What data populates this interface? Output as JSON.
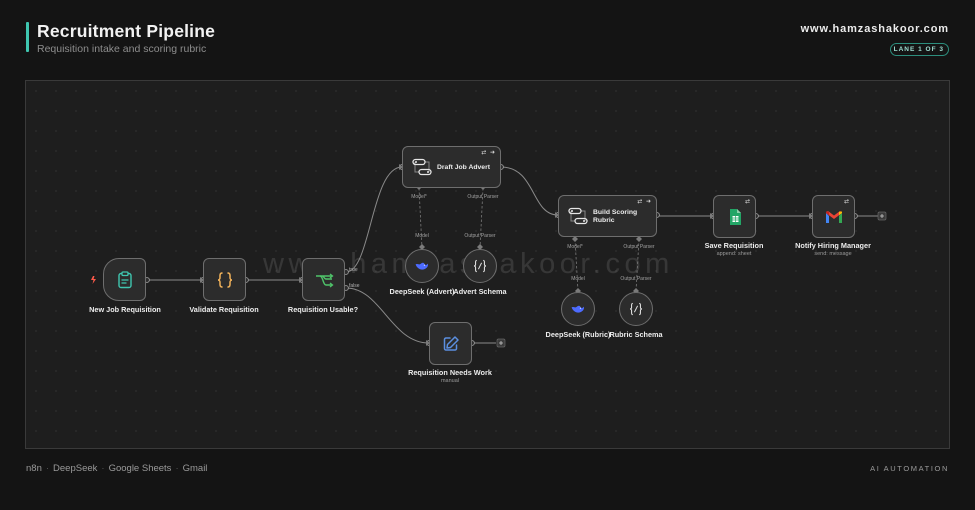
{
  "header": {
    "title": "Recruitment Pipeline",
    "subtitle": "Requisition intake and scoring rubric",
    "website": "www.hamzashakoor.com",
    "lane_badge": "LANE 1 OF 3",
    "accent_color": "#3fc6b0"
  },
  "canvas": {
    "watermark": "www.hamzashakoor.com",
    "nodes": {
      "trigger": {
        "label": "New Job Requisition",
        "icon": "clipboard-icon",
        "icon_color": "#3fc6b0"
      },
      "validate": {
        "label": "Validate Requisition",
        "icon": "curly-braces-icon",
        "icon_color": "#f1b25a"
      },
      "if": {
        "label": "Requisition Usable?",
        "icon": "branch-icon",
        "icon_color": "#4fc36a",
        "output_true": "true",
        "output_false": "false"
      },
      "draft_agent": {
        "label": "Draft Job Advert",
        "icon": "agent-icon",
        "port_model": "Model*",
        "port_parser": "Output Parser"
      },
      "deepseek_advert": {
        "label": "DeepSeek (Advert)",
        "port": "Model",
        "icon": "deepseek-whale-icon"
      },
      "advert_schema": {
        "label": "Advert Schema",
        "port": "Output Parser",
        "icon": "json-braces-icon"
      },
      "needs_work": {
        "label": "Requisition Needs Work",
        "sub": "manual",
        "icon": "edit-icon",
        "icon_color": "#5b8fe0"
      },
      "rubric_agent": {
        "label": "Build Scoring Rubric",
        "icon": "agent-icon",
        "port_model": "Model*",
        "port_parser": "Output Parser"
      },
      "deepseek_rubric": {
        "label": "DeepSeek (Rubric)",
        "port": "Model",
        "icon": "deepseek-whale-icon"
      },
      "rubric_schema": {
        "label": "Rubric Schema",
        "port": "Output Parser",
        "icon": "json-braces-icon"
      },
      "save": {
        "label": "Save Requisition",
        "sub": "append: sheet",
        "icon": "google-sheets-icon",
        "icon_color": "#23a566"
      },
      "notify": {
        "label": "Notify Hiring Manager",
        "sub": "send: message",
        "icon": "gmail-icon"
      }
    }
  },
  "footer": {
    "tools": [
      "n8n",
      "DeepSeek",
      "Google Sheets",
      "Gmail"
    ],
    "tag": "AI AUTOMATION"
  }
}
